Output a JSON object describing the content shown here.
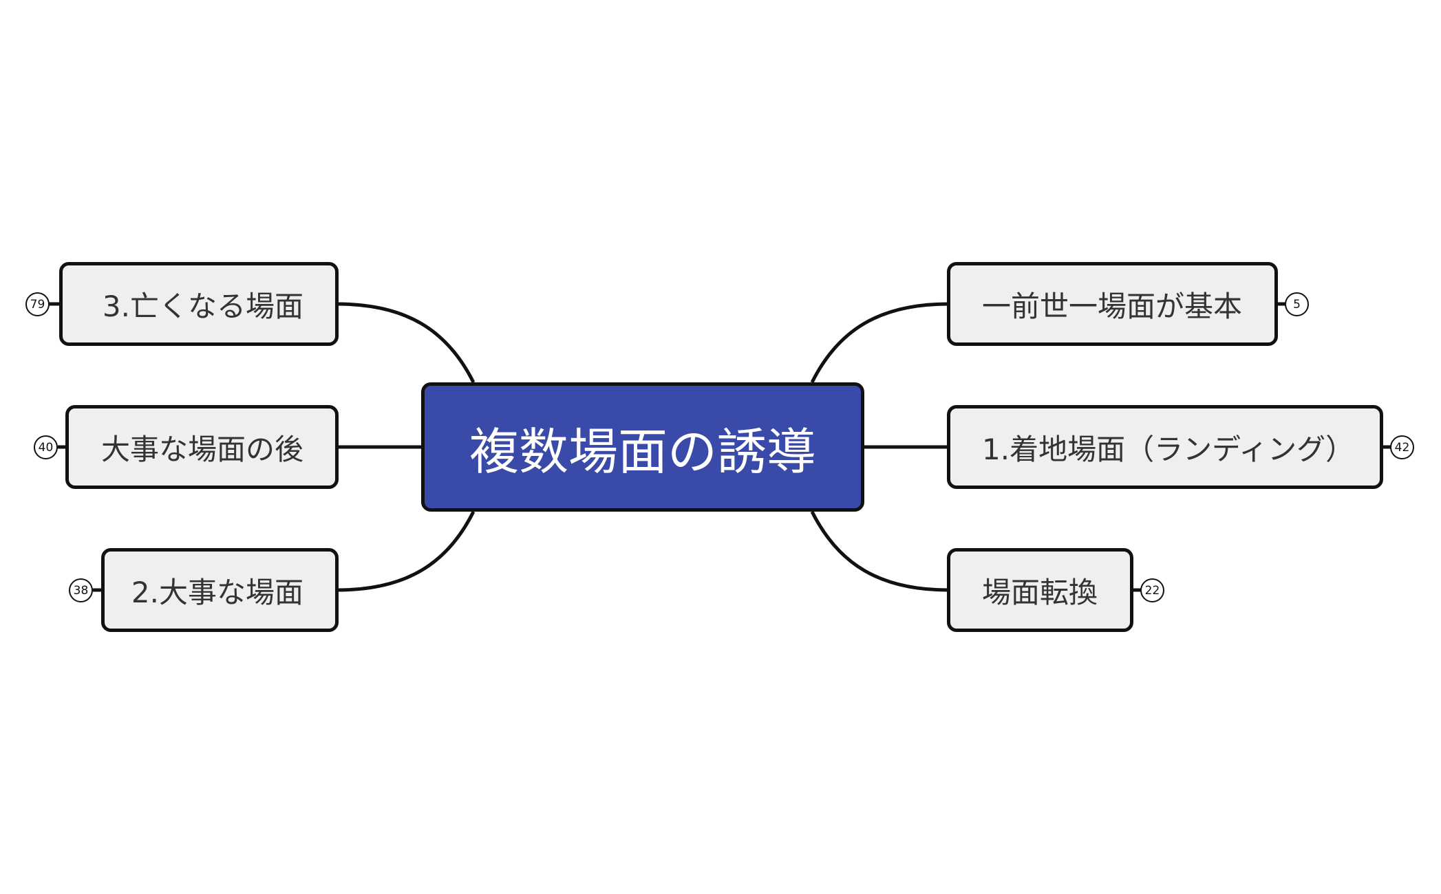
{
  "center": {
    "label": "複数場面の誘導",
    "color": "#3a4aa8"
  },
  "nodes": [
    {
      "id": "left-1",
      "label": "3.亡くなる場面",
      "count": "79"
    },
    {
      "id": "left-2",
      "label": "大事な場面の後",
      "count": "40"
    },
    {
      "id": "left-3",
      "label": "2.大事な場面",
      "count": "38"
    },
    {
      "id": "right-1",
      "label": "一前世一場面が基本",
      "count": "5"
    },
    {
      "id": "right-2",
      "label": "1.着地場面（ランディング）",
      "count": "42"
    },
    {
      "id": "right-3",
      "label": "場面転換",
      "count": "22"
    }
  ]
}
